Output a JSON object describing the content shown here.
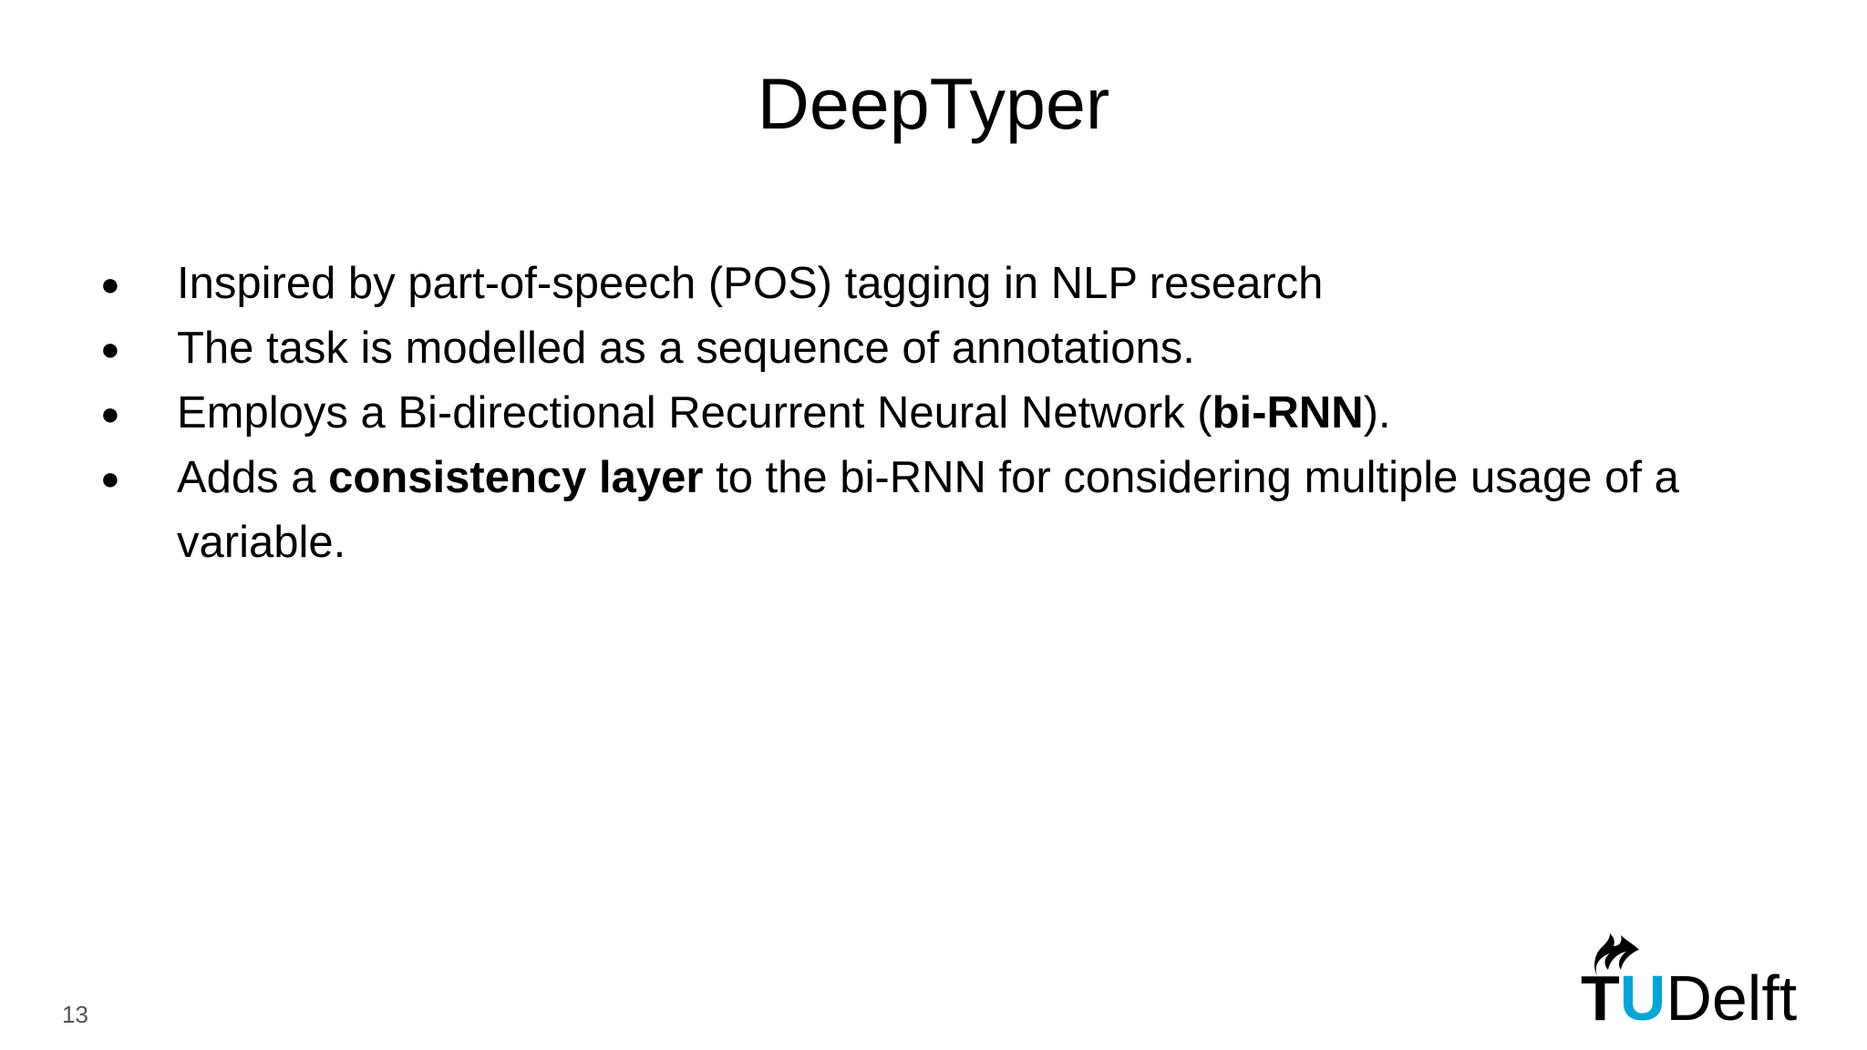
{
  "slide": {
    "title": "DeepTyper",
    "bullets": [
      {
        "marker": "●",
        "segments": [
          {
            "text": "Inspired by part-of-speech (POS) tagging in NLP research",
            "bold": false
          }
        ]
      },
      {
        "marker": "●",
        "segments": [
          {
            "text": "The task is modelled as a sequence of annotations.",
            "bold": false
          }
        ]
      },
      {
        "marker": "●",
        "segments": [
          {
            "text": "Employs a Bi-directional Recurrent Neural Network (",
            "bold": false
          },
          {
            "text": "bi-RNN",
            "bold": true
          },
          {
            "text": ").",
            "bold": false
          }
        ]
      },
      {
        "marker": "●",
        "segments": [
          {
            "text": "Adds a ",
            "bold": false
          },
          {
            "text": "consistency layer",
            "bold": true
          },
          {
            "text": " to the bi-RNN for considering multiple usage of a variable.",
            "bold": false
          }
        ]
      }
    ],
    "page_number": "13"
  },
  "logo": {
    "t": "T",
    "u": "U",
    "delft": "Delft",
    "icon": "tudelft-flame-icon",
    "brand_color": "#00a6d6"
  }
}
